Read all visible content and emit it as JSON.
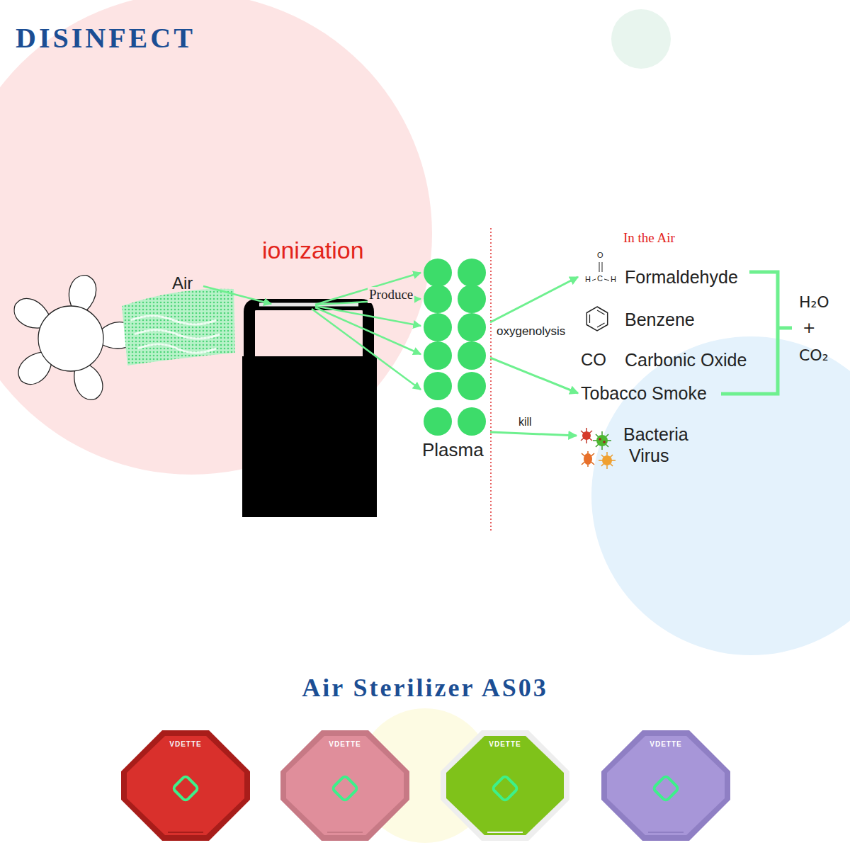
{
  "diagram": {
    "title": "DISINFECT",
    "caption": "Air Sterilizer AS03",
    "nodes": [
      {
        "text": [
          "Plasma"
        ]
      },
      {
        "text": [
          "Formaldehyde"
        ]
      },
      {
        "text": [
          "Benzene"
        ]
      },
      {
        "text": [
          "CO",
          "Carbonic Oxide"
        ]
      },
      {
        "text": [
          "Tobacco Smoke"
        ]
      },
      {
        "text": [
          "Bacteria",
          "Virus"
        ]
      },
      {
        "text": [
          "VDETTE"
        ]
      },
      {
        "text": [
          "VDETTE"
        ]
      },
      {
        "text": [
          "VDETTE"
        ]
      },
      {
        "text": [
          "VDETTE"
        ]
      }
    ],
    "edges": [
      {
        "from": 0,
        "to": 1,
        "arrow": "to",
        "label": "oxygenolysis"
      },
      {
        "from": 0,
        "to": 4,
        "arrow": "to"
      },
      {
        "from": 0,
        "to": 5,
        "arrow": "to",
        "label": "kill"
      }
    ],
    "labels": [
      "ionization",
      "Air",
      "Produce",
      "In the Air",
      "O",
      "H",
      "C",
      "H",
      "H₂O",
      "+",
      "CO₂"
    ]
  }
}
